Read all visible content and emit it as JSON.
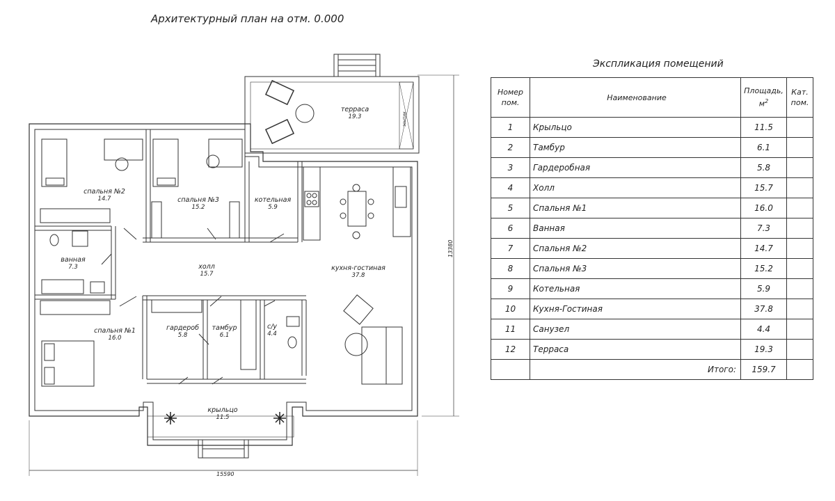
{
  "plan_title": "Архитектурный план на отм. 0.000",
  "rooms": {
    "terrace": {
      "name": "терраса",
      "area": "19.3"
    },
    "bedroom2": {
      "name": "спальня №2",
      "area": "14.7"
    },
    "bedroom3": {
      "name": "спальня №3",
      "area": "15.2"
    },
    "boiler": {
      "name": "котельная",
      "area": "5.9"
    },
    "bathroom": {
      "name": "ванная",
      "area": "7.3"
    },
    "hall": {
      "name": "холл",
      "area": "15.7"
    },
    "kitchen": {
      "name": "кухня-гостиная",
      "area": "37.8"
    },
    "bedroom1": {
      "name": "спальня №1",
      "area": "16.0"
    },
    "wardrobe": {
      "name": "гардероб",
      "area": "5.8"
    },
    "vestibule": {
      "name": "тамбур",
      "area": "6.1"
    },
    "wc": {
      "name": "с/у",
      "area": "4.4"
    },
    "porch": {
      "name": "крыльцо",
      "area": "11.5"
    },
    "terrace_note": "зонтик"
  },
  "dimensions": {
    "width": "15590",
    "height": "13380"
  },
  "explication": {
    "title": "Экспликация помещений",
    "headers": {
      "num": "Номер пом.",
      "name": "Наименование",
      "area": "Площадь, м",
      "area_sup": "2",
      "cat": "Кат. пом."
    },
    "rows": [
      {
        "num": "1",
        "name": "Крыльцо",
        "area": "11.5"
      },
      {
        "num": "2",
        "name": "Тамбур",
        "area": "6.1"
      },
      {
        "num": "3",
        "name": "Гардеробная",
        "area": "5.8"
      },
      {
        "num": "4",
        "name": "Холл",
        "area": "15.7"
      },
      {
        "num": "5",
        "name": "Спальня №1",
        "area": "16.0"
      },
      {
        "num": "6",
        "name": "Ванная",
        "area": "7.3"
      },
      {
        "num": "7",
        "name": "Спальня №2",
        "area": "14.7"
      },
      {
        "num": "8",
        "name": "Спальня №3",
        "area": "15.2"
      },
      {
        "num": "9",
        "name": "Котельная",
        "area": "5.9"
      },
      {
        "num": "10",
        "name": "Кухня-Гостиная",
        "area": "37.8"
      },
      {
        "num": "11",
        "name": "Санузел",
        "area": "4.4"
      },
      {
        "num": "12",
        "name": "Терраса",
        "area": "19.3"
      }
    ],
    "total_label": "Итого:",
    "total_value": "159.7"
  }
}
